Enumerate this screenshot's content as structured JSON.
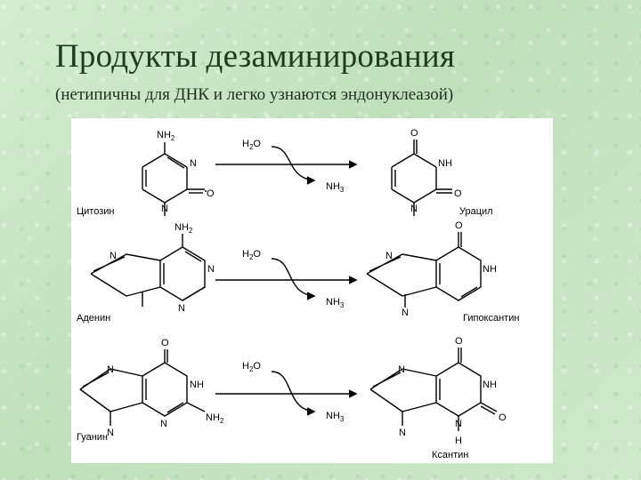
{
  "slide": {
    "title": "Продукты дезаминирования",
    "subtitle": "(нетипичны для ДНК и легко узнаются эндонуклеазой)"
  },
  "reactions": [
    {
      "substrate": "Цитозин",
      "product": "Урацил"
    },
    {
      "substrate": "Аденин",
      "product": "Гипоксантин"
    },
    {
      "substrate": "Гуанин",
      "product": "Ксантин"
    }
  ],
  "reagents": {
    "water": "H",
    "water_sub": "2",
    "water_suffix": "O",
    "ammonia": "NH",
    "ammonia_sub": "3"
  },
  "atoms": {
    "n": "N",
    "o": "O",
    "nh": "NH",
    "h": "H",
    "nh2": "NH",
    "nh2_sub": "2"
  }
}
